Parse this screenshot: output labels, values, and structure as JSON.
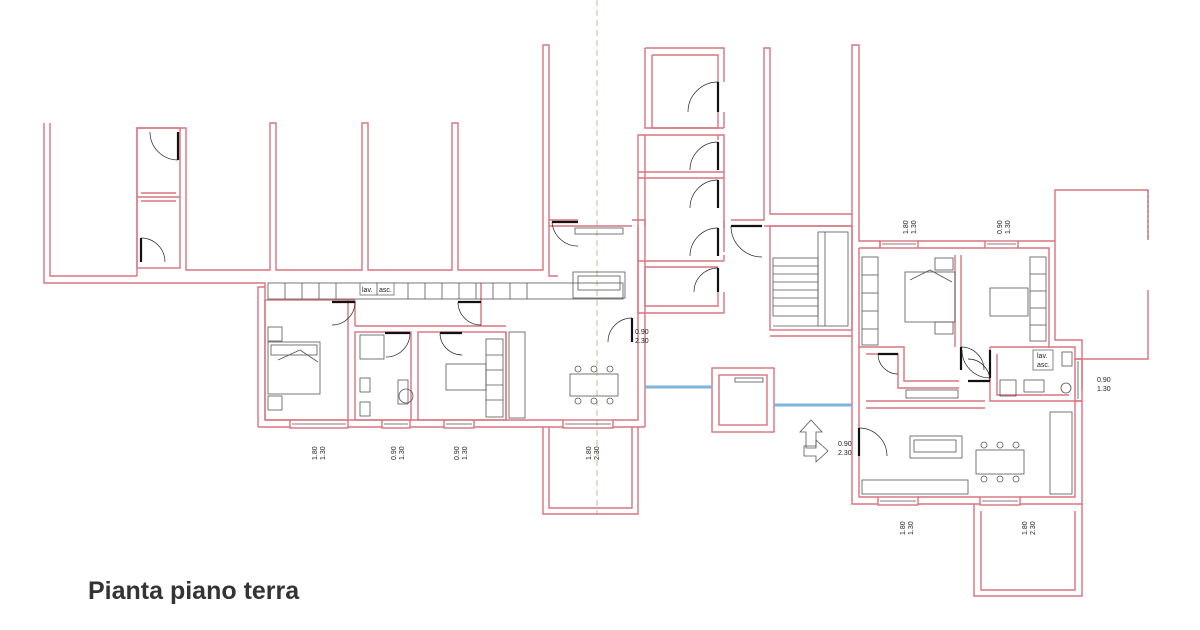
{
  "title": "Pianta piano terra",
  "colors": {
    "walls": "#d9737e",
    "furniture": "#555555",
    "doors": "#111111",
    "windows": "#7fb3d9",
    "axis": "#a9c98c",
    "title": "#333333"
  },
  "labels": {
    "lav_asc_left": {
      "lav": "lav.",
      "asc": "asc."
    },
    "lav_asc_right": {
      "lav": "lav.",
      "asc": "asc."
    }
  },
  "dimensions": [
    {
      "id": "w1",
      "width": "1.80",
      "height": "1.30"
    },
    {
      "id": "w2",
      "width": "0.90",
      "height": "1.30"
    },
    {
      "id": "w3",
      "width": "0.90",
      "height": "1.30"
    },
    {
      "id": "w4",
      "width": "1.80",
      "height": "2.30"
    },
    {
      "id": "d1",
      "width": "0.90",
      "height": "2.30"
    },
    {
      "id": "w5",
      "width": "1.80",
      "height": "1.30"
    },
    {
      "id": "w6",
      "width": "0.90",
      "height": "1.30"
    },
    {
      "id": "w7",
      "width": "0.90",
      "height": "1.30"
    },
    {
      "id": "d2",
      "width": "0.90",
      "height": "2.30"
    },
    {
      "id": "w8",
      "width": "1.80",
      "height": "1.30"
    },
    {
      "id": "w9",
      "width": "1.80",
      "height": "2.30"
    }
  ]
}
